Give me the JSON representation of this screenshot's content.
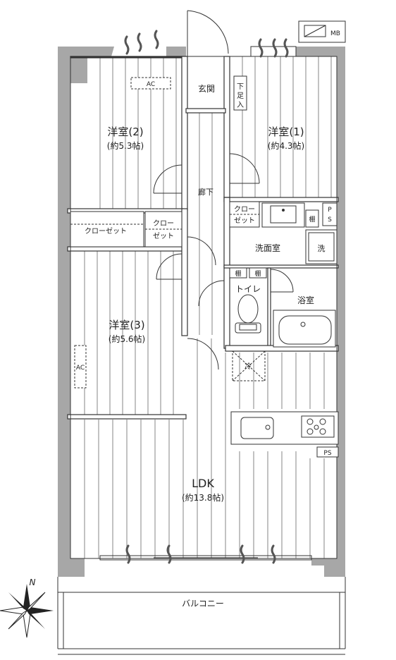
{
  "rooms": {
    "western2": {
      "name": "洋室(2)",
      "area": "(約5.3帖)"
    },
    "western1": {
      "name": "洋室(1)",
      "area": "(約4.3帖)"
    },
    "western3": {
      "name": "洋室(3)",
      "area": "(約5.6帖)"
    },
    "ldk": {
      "name": "LDK",
      "area": "(約13.8帖)"
    },
    "entrance": "玄関",
    "shoe_closet": [
      "下",
      "足",
      "入"
    ],
    "corridor": "廊下",
    "washroom": "洗面室",
    "washer": "洗",
    "toilet": "トイレ",
    "bathroom": "浴室",
    "balcony": "バルコニー"
  },
  "labels": {
    "ac": "AC",
    "mb": "MB",
    "ps": "PS",
    "ps_p": "P",
    "ps_s": "S",
    "shelf": "棚",
    "fridge": "冷",
    "closet_wide": "クローゼット",
    "closet_small_1": "クロー",
    "closet_small_2": "ゼット",
    "compass_n": "N"
  },
  "colors": {
    "wall": "#a7a7a7",
    "line": "#333333",
    "floor_line": "#555555"
  }
}
